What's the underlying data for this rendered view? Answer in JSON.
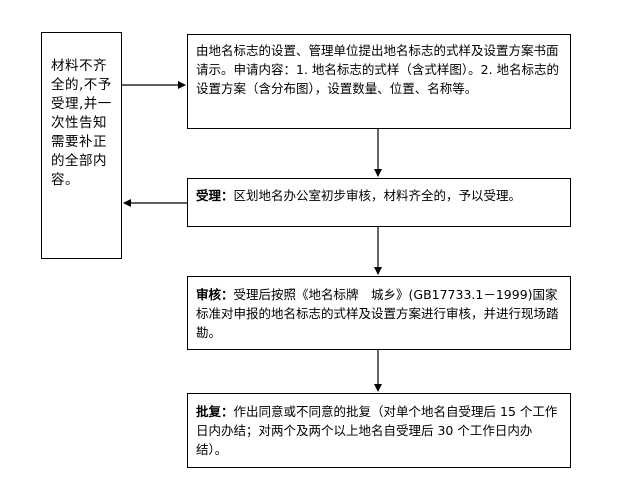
{
  "side_box": {
    "text": "材料不齐全的,不予受理,并一次性告知需要补正的全部内容。"
  },
  "steps": {
    "apply": {
      "text": "由地名标志的设置、管理单位提出地名标志的式样及设置方案书面请示。申请内容：1. 地名标志的式样（含式样图）。2. 地名标志的设置方案（含分布图），设置数量、位置、名称等。"
    },
    "accept": {
      "label": "受理：",
      "text": "区划地名办公室初步审核，材料齐全的，予以受理。"
    },
    "review": {
      "label": "审核：",
      "text": "受理后按照《地名标牌　城乡》(GB17733.1－1999)国家标准对申报的地名标志的式样及设置方案进行审核，并进行现场踏勘。"
    },
    "approve": {
      "label": "批复：",
      "text": "作出同意或不同意的批复（对单个地名自受理后 15 个工作日内办结；对两个及两个以上地名自受理后 30 个工作日内办结）。"
    }
  }
}
